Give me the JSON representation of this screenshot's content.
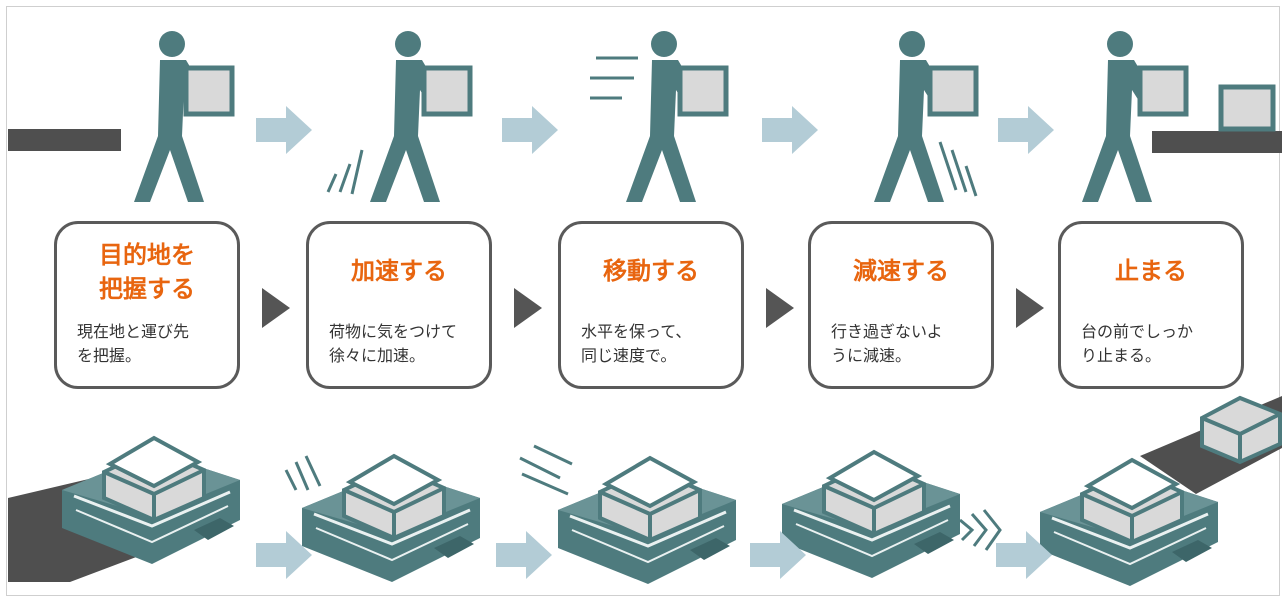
{
  "colors": {
    "figure": "#4e7b7e",
    "figure_dark": "#3d6669",
    "box_fill": "#d9d9d9",
    "belt": "#4f4f4f",
    "arrow": "#b3ccd6",
    "triangle": "#555555",
    "accent": "#e8650f"
  },
  "steps": [
    {
      "title_lines": [
        "目的地を",
        "把握する"
      ],
      "desc_lines": [
        "現在地と運び先",
        "を把握。"
      ]
    },
    {
      "title_lines": [
        "加速する"
      ],
      "desc_lines": [
        "荷物に気をつけて",
        "徐々に加速。"
      ]
    },
    {
      "title_lines": [
        "移動する"
      ],
      "desc_lines": [
        "水平を保って、",
        "同じ速度で。"
      ]
    },
    {
      "title_lines": [
        "減速する"
      ],
      "desc_lines": [
        "行き過ぎないよ",
        "うに減速。"
      ]
    },
    {
      "title_lines": [
        "止まる"
      ],
      "desc_lines": [
        "台の前でしっか",
        "り止まる。"
      ]
    }
  ]
}
